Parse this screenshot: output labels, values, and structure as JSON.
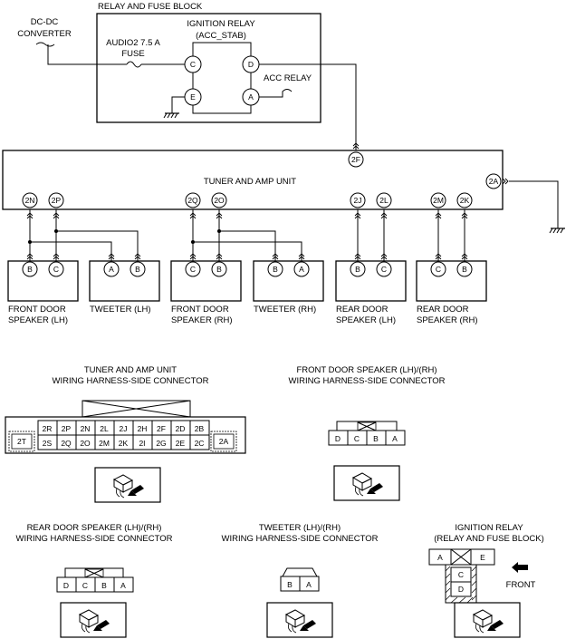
{
  "relay_block": {
    "title": "RELAY AND FUSE BLOCK",
    "relay_name_1": "IGNITION RELAY",
    "relay_name_2": "(ACC_STAB)",
    "fuse_label_1": "AUDIO2 7.5 A",
    "fuse_label_2": "FUSE",
    "acc_relay": "ACC RELAY",
    "pins": {
      "c": "C",
      "d": "D",
      "e": "E",
      "a": "A"
    }
  },
  "dcdc": {
    "line1": "DC-DC",
    "line2": "CONVERTER"
  },
  "unit": {
    "title": "TUNER AND AMP UNIT",
    "pins": {
      "p2f": "2F",
      "p2a": "2A",
      "p2n": "2N",
      "p2p": "2P",
      "p2q": "2Q",
      "p2o": "2O",
      "p2j": "2J",
      "p2l": "2L",
      "p2m": "2M",
      "p2k": "2K"
    }
  },
  "speakers": [
    {
      "line1": "FRONT DOOR",
      "line2": "SPEAKER (LH)",
      "pins": [
        "B",
        "C"
      ]
    },
    {
      "line1": "TWEETER (LH)",
      "line2": "",
      "pins": [
        "A",
        "B"
      ]
    },
    {
      "line1": "FRONT DOOR",
      "line2": "SPEAKER (RH)",
      "pins": [
        "C",
        "B"
      ]
    },
    {
      "line1": "TWEETER (RH)",
      "line2": "",
      "pins": [
        "B",
        "A"
      ]
    },
    {
      "line1": "REAR DOOR",
      "line2": "SPEAKER (LH)",
      "pins": [
        "B",
        "C"
      ]
    },
    {
      "line1": "REAR DOOR",
      "line2": "SPEAKER (RH)",
      "pins": [
        "C",
        "B"
      ]
    }
  ],
  "connectors": {
    "tuner": {
      "title1": "TUNER AND AMP UNIT",
      "title2": "WIRING HARNESS-SIDE CONNECTOR",
      "left_pin": "2T",
      "right_pin": "2A",
      "row1": [
        "2R",
        "2P",
        "2N",
        "2L",
        "2J",
        "2H",
        "2F",
        "2D",
        "2B"
      ],
      "row2": [
        "2S",
        "2Q",
        "2O",
        "2M",
        "2K",
        "2I",
        "2G",
        "2E",
        "2C"
      ]
    },
    "front_door": {
      "title1": "FRONT DOOR SPEAKER (LH)/(RH)",
      "title2": "WIRING HARNESS-SIDE CONNECTOR",
      "pins": [
        "D",
        "C",
        "B",
        "A"
      ]
    },
    "rear_door": {
      "title1": "REAR DOOR SPEAKER (LH)/(RH)",
      "title2": "WIRING HARNESS-SIDE CONNECTOR",
      "pins": [
        "D",
        "C",
        "B",
        "A"
      ]
    },
    "tweeter": {
      "title1": "TWEETER (LH)/(RH)",
      "title2": "WIRING HARNESS-SIDE CONNECTOR",
      "pins": [
        "B",
        "A"
      ]
    },
    "ignition": {
      "title1": "IGNITION RELAY",
      "title2": "(RELAY AND FUSE BLOCK)",
      "pins": {
        "a": "A",
        "e": "E",
        "c": "C",
        "d": "D"
      },
      "front": "FRONT"
    }
  }
}
